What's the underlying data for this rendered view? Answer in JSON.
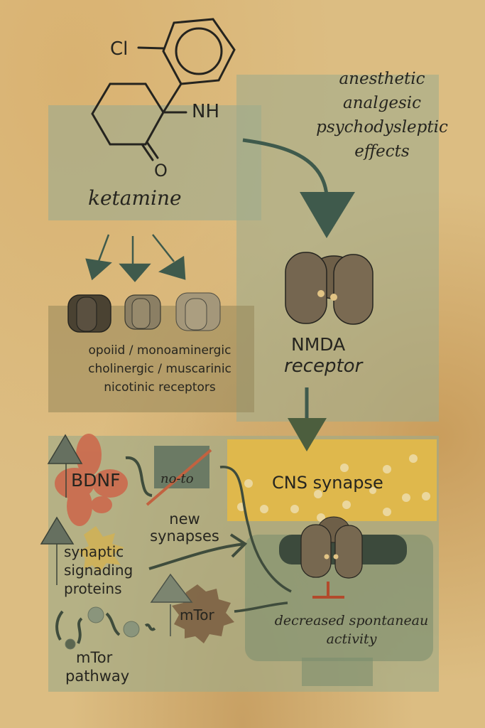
{
  "molecule": {
    "name": "ketamine",
    "atoms": {
      "chlorine": "Cl",
      "amine": "NH",
      "oxygen": "O"
    }
  },
  "effects": {
    "lines": [
      "anesthetic",
      "analgesic",
      "psychodysleptic",
      "effects"
    ]
  },
  "nmda": {
    "line1": "NMDA",
    "line2": "receptor"
  },
  "other_receptors": {
    "lines": [
      "opoiid / monoaminergic",
      "cholinergic / muscarinic",
      "nicotinic receptors"
    ]
  },
  "synapse": {
    "label": "CNS synapse",
    "outcome_line1": "decreased spontaneau",
    "outcome_line2": "activity"
  },
  "plasticity": {
    "bdnf": "BDNF",
    "blocked": "no-to",
    "new_synapses_line1": "new",
    "new_synapses_line2": "synapses",
    "signaling_lines": [
      "synaptic",
      "signading",
      "proteins"
    ],
    "mtor": "mTor",
    "pathway_line1": "mTor",
    "pathway_line2": "pathway"
  },
  "colors": {
    "paper": "#dcbd82",
    "sage_panel": "#a9b291",
    "olive_panel": "#a89c6c",
    "yellow_panel": "#e0b94a",
    "arrow_green": "#3f5a4c",
    "receptor_brown": "#6e5f48",
    "bdnf_red": "#cc6a4d",
    "inhibit_red": "#b24a2c"
  }
}
